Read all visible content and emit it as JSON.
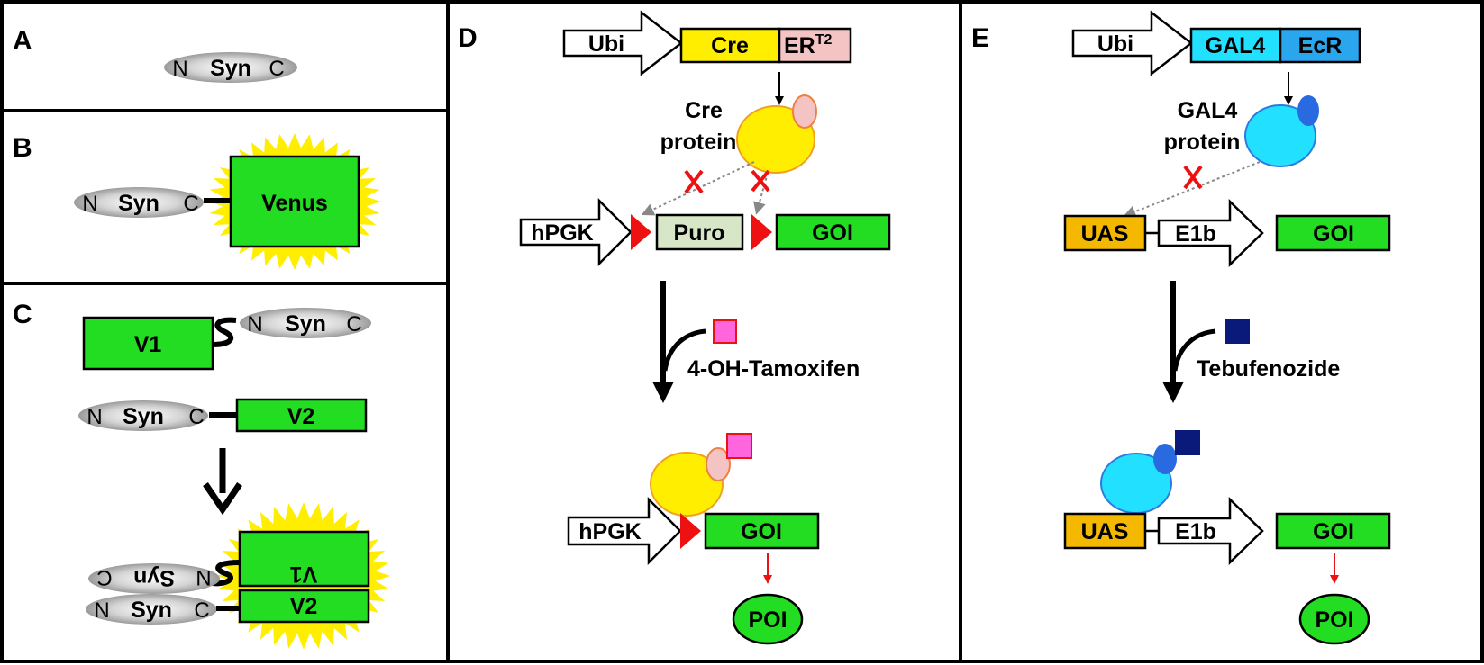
{
  "panels": {
    "A": {
      "letter": "A"
    },
    "B": {
      "letter": "B"
    },
    "C": {
      "letter": "C"
    },
    "D": {
      "letter": "D"
    },
    "E": {
      "letter": "E"
    }
  },
  "syn": {
    "name": "Syn",
    "n_term": "N",
    "c_term": "C"
  },
  "venus": "Venus",
  "v1": "V1",
  "v2": "V2",
  "panel_d": {
    "promoter": "Ubi",
    "cre": "Cre",
    "ert2_base": "ER",
    "ert2_sup": "T2",
    "cre_protein_line1": "Cre",
    "cre_protein_line2": "protein",
    "hpgk": "hPGK",
    "puro": "Puro",
    "goi": "GOI",
    "inducer": "4-OH-Tamoxifen",
    "poi": "POI"
  },
  "panel_e": {
    "promoter": "Ubi",
    "gal4": "GAL4",
    "ecr": "EcR",
    "gal4_protein_line1": "GAL4",
    "gal4_protein_line2": "protein",
    "uas": "UAS",
    "e1b": "E1b",
    "goi": "GOI",
    "inducer": "Tebufenozide",
    "poi": "POI"
  },
  "colors": {
    "green": "#22dd22",
    "yellow": "#ffee00",
    "ert2_pink": "#f4c4c4",
    "cyan": "#22e0ff",
    "ecr_blue": "#2aa6ee",
    "orange": "#f5b800",
    "puro_fill": "#d8e6c8",
    "red": "#ee1111",
    "magenta": "#ff66dd",
    "navy": "#0a1a7a",
    "starburst": "#ffee00"
  },
  "icons": {
    "promoter": "open-arrow-promoter",
    "loxp": "red-triangle-loxp",
    "blocked": "red-x-cross",
    "ligand_d": "magenta-square",
    "ligand_e": "navy-square"
  }
}
